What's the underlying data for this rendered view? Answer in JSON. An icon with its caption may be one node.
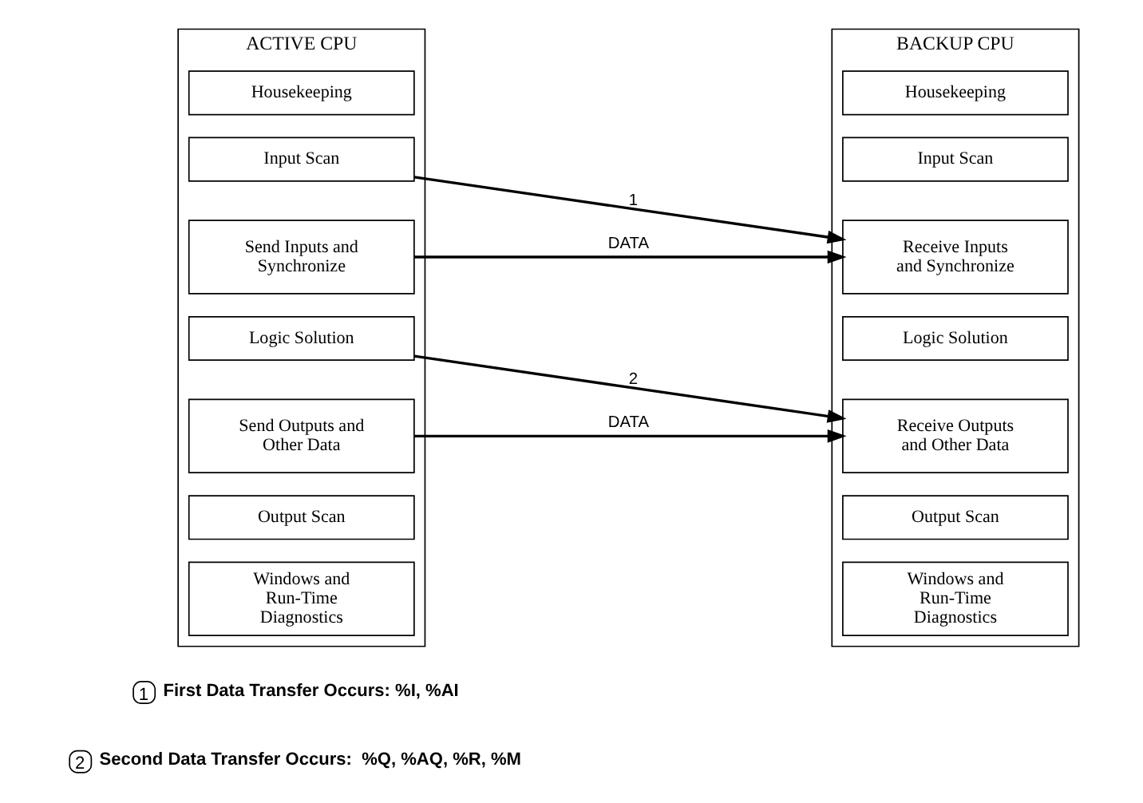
{
  "diagram": {
    "nodes": [
      {
        "text": [
          "ACTIVE CPU"
        ]
      },
      {
        "text": [
          "Housekeeping"
        ],
        "in": 0
      },
      {
        "text": [
          "Input Scan"
        ],
        "in": 0
      },
      {
        "text": [
          "Send Inputs and Synchronize"
        ],
        "in": 0
      },
      {
        "text": [
          "Logic Solution"
        ],
        "in": 0
      },
      {
        "text": [
          "Send Outputs and Other Data"
        ],
        "in": 0
      },
      {
        "text": [
          "Output Scan"
        ],
        "in": 0
      },
      {
        "text": [
          "Windows and Run-Time Diagnostics"
        ],
        "in": 0
      },
      {
        "text": [
          "BACKUP CPU"
        ]
      },
      {
        "text": [
          "Housekeeping"
        ],
        "in": 8
      },
      {
        "text": [
          "Input Scan"
        ],
        "in": 8
      },
      {
        "text": [
          "Receive Inputs and Synchronize"
        ],
        "in": 8
      },
      {
        "text": [
          "Logic Solution"
        ],
        "in": 8
      },
      {
        "text": [
          "Receive Outputs and Other Data"
        ],
        "in": 8
      },
      {
        "text": [
          "Output Scan"
        ],
        "in": 8
      },
      {
        "text": [
          "Windows and Run-Time Diagnostics"
        ],
        "in": 8
      }
    ],
    "edges": [
      {
        "from": 2,
        "to": 11,
        "arrow": "to",
        "label": "1"
      },
      {
        "from": 3,
        "to": 11,
        "arrow": "to",
        "label": "DATA"
      },
      {
        "from": 4,
        "to": 13,
        "arrow": "to",
        "label": "2"
      },
      {
        "from": 5,
        "to": 13,
        "arrow": "to",
        "label": "DATA"
      }
    ],
    "labels": [
      "1",
      "First Data Transfer Occurs: %I, %AI",
      "2",
      "Second Data Transfer Occurs:  %Q, %AQ, %R, %M"
    ]
  }
}
